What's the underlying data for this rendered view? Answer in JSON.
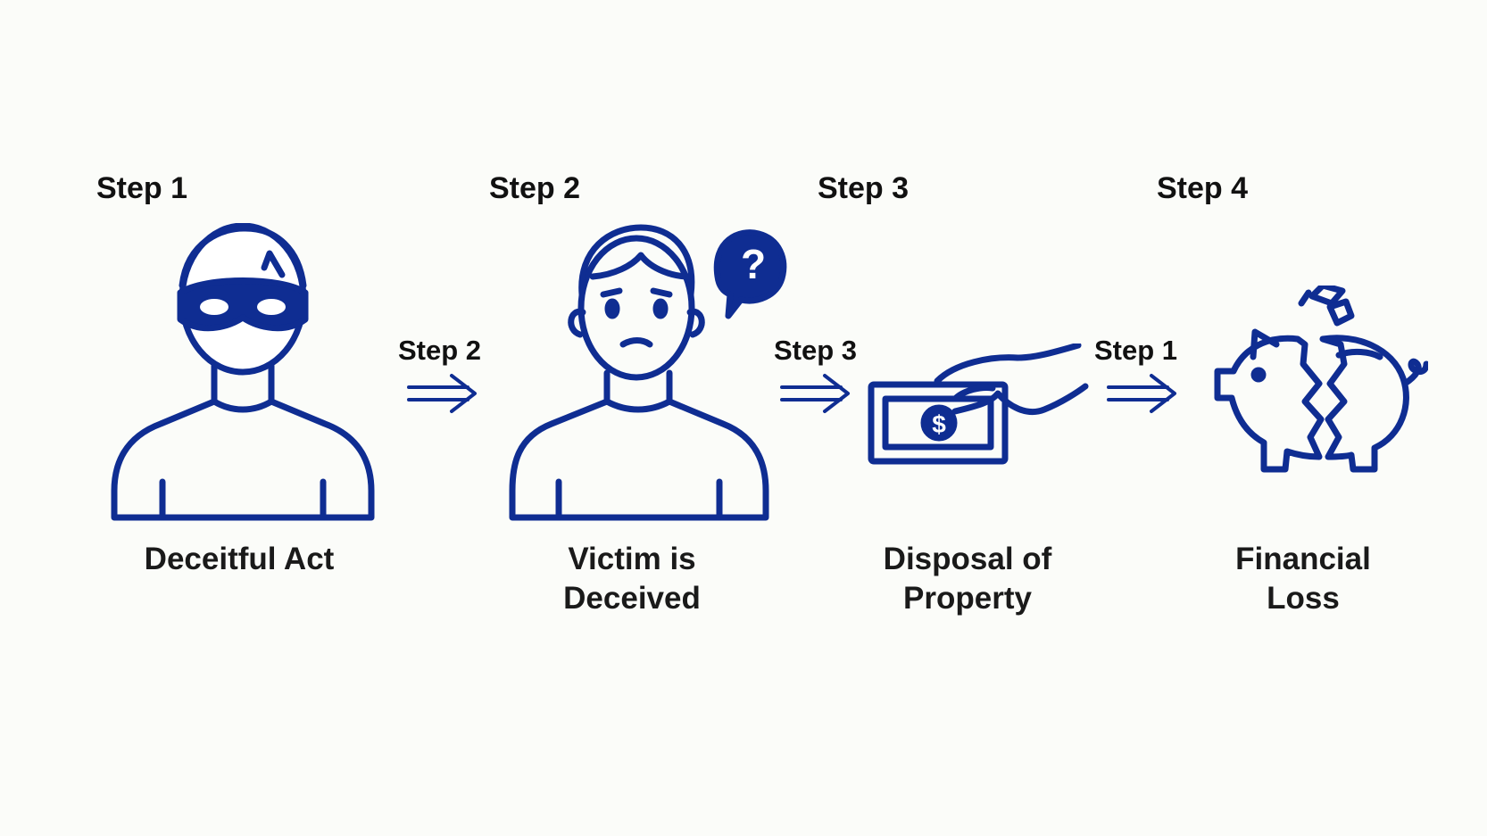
{
  "steps": [
    {
      "title": "Step 1",
      "caption": "Deceitful Act",
      "icon": "masked-thief-icon"
    },
    {
      "title": "Step 2",
      "caption_line1": "Victim is",
      "caption_line2": "Deceived",
      "icon": "confused-person-icon"
    },
    {
      "title": "Step 3",
      "caption_line1": "Disposal of",
      "caption_line2": "Property",
      "icon": "hand-with-cash-icon"
    },
    {
      "title": "Step 4",
      "caption": "Financial Loss",
      "icon": "broken-piggy-bank-icon"
    }
  ],
  "connectors": [
    {
      "label": "Step 2",
      "icon": "double-arrow-right-icon"
    },
    {
      "label": "Step 3",
      "icon": "double-arrow-right-icon"
    },
    {
      "label": "Step 1",
      "icon": "double-arrow-right-icon"
    }
  ],
  "colors": {
    "icon_stroke": "#0f2d92",
    "text": "#111111",
    "background": "#fbfcf9"
  }
}
